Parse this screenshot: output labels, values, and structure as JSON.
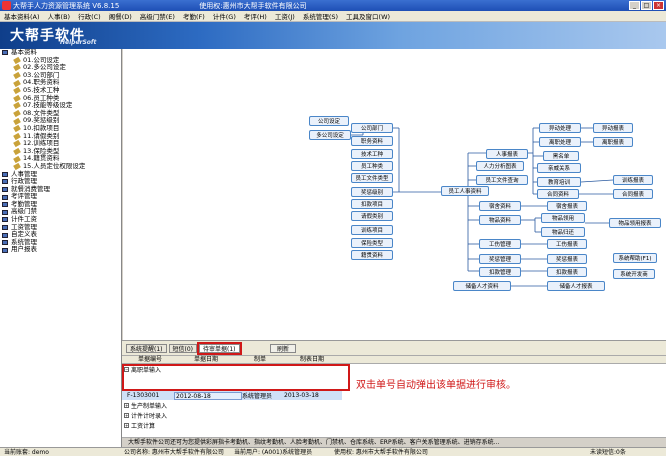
{
  "window": {
    "title": "大帮手人力资源管理系统 V6.8.15",
    "license": "使用权:惠州市大帮手软件有限公司"
  },
  "menu": [
    "基本资料(A)",
    "人事(B)",
    "行政(C)",
    "阁餐(D)",
    "高级门禁(E)",
    "考勤(F)",
    "计件(G)",
    "考评(H)",
    "工资(J)",
    "系统管理(S)",
    "工具及窗口(W)"
  ],
  "banner": {
    "logo": "大帮手软件",
    "sub": "HelperSoft"
  },
  "tree": {
    "root": "基本资料",
    "items": [
      "01.公司设定",
      "02.多公司设定",
      "03.公司部门",
      "04.职务资料",
      "05.技术工种",
      "06.员工种类",
      "07.技能等级设定",
      "08.文件类型",
      "09.奖惩级别",
      "10.扣款项目",
      "11.请假类别",
      "12.训练项目",
      "13.保险类型",
      "14.籍贯资料",
      "15.人员定位权限设定"
    ],
    "groups": [
      "人事管理",
      "行政管理",
      "就餐消费管理",
      "考评管理",
      "考勤管理",
      "高级门禁",
      "计件工资",
      "工资管理",
      "自定义表",
      "系统管理",
      "用户报表"
    ]
  },
  "flow": {
    "col0": [
      "公司设定",
      "多公司设定"
    ],
    "col1": [
      "公司部门",
      "职务资料",
      "技术工种",
      "员工种类",
      "员工文件类型",
      "奖惩级别",
      "扣款项目",
      "请假类别",
      "训练项目",
      "保险类型",
      "籍贯资料"
    ],
    "hub": "员工人事资料",
    "col2": [
      "人事报表",
      "人力分析图表",
      "员工文件查询",
      "宿舍资料",
      "物品资料",
      "工伤管理",
      "奖惩管理",
      "扣款管理",
      "储备人才资料"
    ],
    "col3": [
      "异动处理",
      "离职处理",
      "黑名单",
      "亲威关系",
      "教育培训",
      "合同资料",
      "宿舍报表",
      "物品领用",
      "物品归还",
      "工伤报表",
      "奖惩报表",
      "扣款报表",
      "储备人才报表"
    ],
    "col4": [
      "异动报表",
      "离职报表",
      "训练报表",
      "合同报表",
      "物品领用报表",
      "系统帮助(F1)",
      "系统开发商"
    ]
  },
  "bottom": {
    "tabs": [
      "系统提醒(1)",
      "短信(0)",
      "待审单据(1)"
    ],
    "refresh": "刷新",
    "headers": [
      "单据编号",
      "单据日期",
      "制单",
      "制表日期"
    ],
    "group1": "离职单输入",
    "row": {
      "no": "F-1303001",
      "date": "2012-08-18",
      "maker": "系统管理员",
      "made": "2013-03-18"
    },
    "group2": "生产制单输入",
    "group3": "计件计时录入",
    "group4": "工资计算"
  },
  "note": "双击单号自动弹出该单据进行审核。",
  "company_line": "大帮手软件公司还可为您提供彩屏指卡考勤机、指纹考勤机、人脸考勤机、门禁机、仓库系统、ERP系统、客户关系管理系统、进销存系统...",
  "status": {
    "s1": "当前账套: demo",
    "s2": "公司名称: 惠州市大帮手软件有限公司",
    "s3": "当前用户: (A001)系统管理员",
    "s4": "使用权: 惠州市大帮手软件有限公司",
    "s5": "未读短信:0条"
  }
}
